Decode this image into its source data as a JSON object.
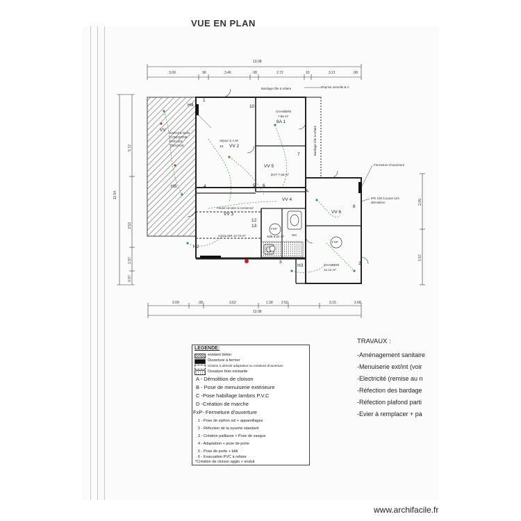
{
  "title": "VUE EN PLAN",
  "top_dims": {
    "total": "13.08",
    "segments": [
      "3.09",
      ".96",
      "3.46",
      ".08",
      "2.72",
      "10",
      "3.21",
      ".08"
    ]
  },
  "bottom_dims": {
    "total": "13.08",
    "segments": [
      "2.09",
      ".08",
      "3.62",
      "1.38",
      "2.50",
      "3.15",
      "2.08"
    ]
  },
  "left_dims": [
    "5.72",
    "11.54",
    "3.53",
    "1.57",
    "0.97"
  ],
  "right_dims": [
    "2.05",
    "1.57"
  ],
  "rooms": {
    "chambre1": {
      "name": "CHAMBRE",
      "area": "7.86 m²",
      "code": "8A 1"
    },
    "sejour": {
      "name": "Séjour S.A.M.",
      "area": "19.",
      "code": "VV 2"
    },
    "espace": [
      "ESPACE NON",
      "CONCERNE",
      "PAR LES",
      "TRAVAUX"
    ],
    "passage": {
      "name": "Passé circuler à conserver",
      "code": "VV 3"
    },
    "couloir": "COULOIR 12.73 m²",
    "sdb": "SdB 5,62 m²",
    "wc": "WC",
    "degt": "DGT 7.58 m²",
    "chambre2": {
      "name": "CHAMBRE",
      "area": "12.12 m²"
    }
  },
  "codes": {
    "h4": "H4",
    "vv": "VV",
    "h5": "H5",
    "n1": "1",
    "n4": "4",
    "n5": "5",
    "n6": "6",
    "n7": "7",
    "n8": "8",
    "n10": "10",
    "n12": "12",
    "n13": "13",
    "vv5": "VV 5",
    "vv4": "VV 4",
    "vv6": "VV 6",
    "a": "A",
    "h3": "H3",
    "h2": "H2",
    "n3": "3",
    "n2": "2",
    "fxp1": "FXP",
    "fxp2": "FXP"
  },
  "notes": {
    "bardage": "Bardage tôle à refaire",
    "reprise": "Reprise semelle B.A",
    "bardage_v": "Bardage tôle à refaire",
    "fermeture": "Fermeture d'ouverture",
    "ipe": [
      "IPE 100 à poser lors",
      "démolition"
    ]
  },
  "legend": {
    "title": "LEGENDE:",
    "swatches": [
      {
        "label": "existant béton",
        "kind": "hatch"
      },
      {
        "label": "Ouverture à fermer",
        "kind": "solid"
      },
      {
        "label": "Cloison à démolir adaptation ou créations d'ouverture",
        "kind": "dashed"
      },
      {
        "label": "Ossature bois existante",
        "kind": "dots"
      }
    ],
    "letters": [
      "A  - Démolition de cloison",
      "B  - Pose de menuiserie extérieure",
      "C  -Pose habillage lambris P.V.C",
      "D  -Création de marche",
      "FxP- Fermeture d'ouverture"
    ],
    "numbers": [
      "1   - Pose de siphon sol + appareillages",
      "2   - Réfection de la ouverte standard",
      "3   - Création paillasse + Pose de vasque",
      "4   - Adaptation + pose de porte",
      "5   - Pose de porte + bâti",
      "6   - Evacuation PVC à refaire"
    ],
    "footnote": "*Création de cloison agglo + enduit"
  },
  "travaux": {
    "title": "TRAVAUX :",
    "items": [
      "-Aménagement sanitaire",
      "-Menuiserie ext/int (voir",
      "-Electricité (remise au n",
      "-Réfection des bardage",
      "-Réfection plafond parti",
      "-Evier à remplacer + pa"
    ]
  },
  "watermark": "www.archifacile.fr"
}
